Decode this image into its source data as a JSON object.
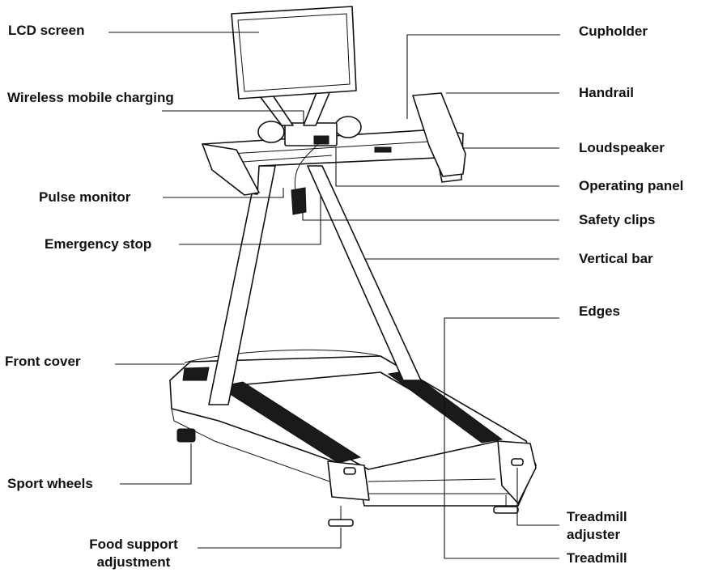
{
  "labels": {
    "lcd_screen": "LCD screen",
    "wireless_charging": "Wireless mobile charging",
    "pulse_monitor": "Pulse monitor",
    "emergency_stop": "Emergency stop",
    "front_cover": "Front cover",
    "sport_wheels": "Sport wheels",
    "food_support_line1": "Food support",
    "food_support_line2": "adjustment",
    "cupholder": "Cupholder",
    "handrail": "Handrail",
    "loudspeaker": "Loudspeaker",
    "operating_panel": "Operating panel",
    "safety_clips": "Safety clips",
    "vertical_bar": "Vertical bar",
    "edges": "Edges",
    "treadmill_adjuster_line1": "Treadmill",
    "treadmill_adjuster_line2": "adjuster",
    "treadmill": "Treadmill"
  }
}
